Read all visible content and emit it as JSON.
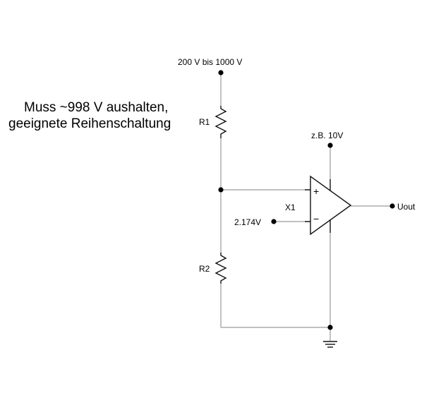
{
  "supply_label": "200 V bis 1000 V",
  "note": {
    "line1": "Muss ~998 V aushalten,",
    "line2": "geeignete Reihenschaltung"
  },
  "resistors": {
    "r1": "R1",
    "r2": "R2"
  },
  "opamp": {
    "name": "X1",
    "supply": "z.B. 10V",
    "plus": "+",
    "minus": "−"
  },
  "reference_label": "2.174V",
  "output_label": "Uout",
  "colors": {
    "wire": "#9a9a9a",
    "component": "#111111",
    "node": "#000000"
  }
}
